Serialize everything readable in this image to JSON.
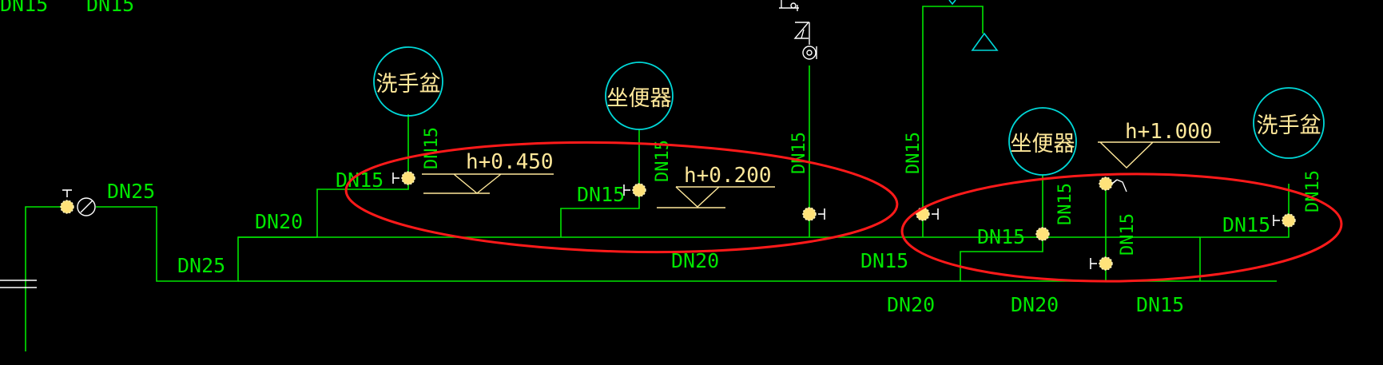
{
  "labels": {
    "top_dn15_a": "DN15",
    "top_dn15_b": "DN15",
    "main_dn25_upper": "DN25",
    "main_dn25_lower": "DN25",
    "main_dn20_left": "DN20",
    "branch_dn15_basin_left": "DN15",
    "basin_left_riser": "DN15",
    "toilet_left_branch": "DN15",
    "toilet_left_riser": "DN15",
    "mid_riser": "DN15",
    "main_dn20_center": "DN20",
    "right_riser": "DN15",
    "main_dn15_right": "DN15",
    "bottom_dn20_a": "DN20",
    "bottom_dn20_b": "DN20",
    "bottom_dn15": "DN15",
    "toilet_right_branch": "DN15",
    "toilet_right_riser": "DN15",
    "shower_riser": "DN15",
    "basin_right_branch": "DN15",
    "basin_right_riser": "DN15"
  },
  "elevations": {
    "basin_left": "h+0.450",
    "toilet_left": "h+0.200",
    "shower": "h+1.000"
  },
  "fixtures": {
    "basin_left": "洗手盆",
    "toilet_left": "坐便器",
    "toilet_right": "坐便器",
    "basin_right": "洗手盆"
  },
  "colors": {
    "background": "#000000",
    "pipe": "#00e600",
    "text_yellow": "#ffe89a",
    "bubble": "#00d8d8",
    "callout": "#ff1a1a"
  }
}
